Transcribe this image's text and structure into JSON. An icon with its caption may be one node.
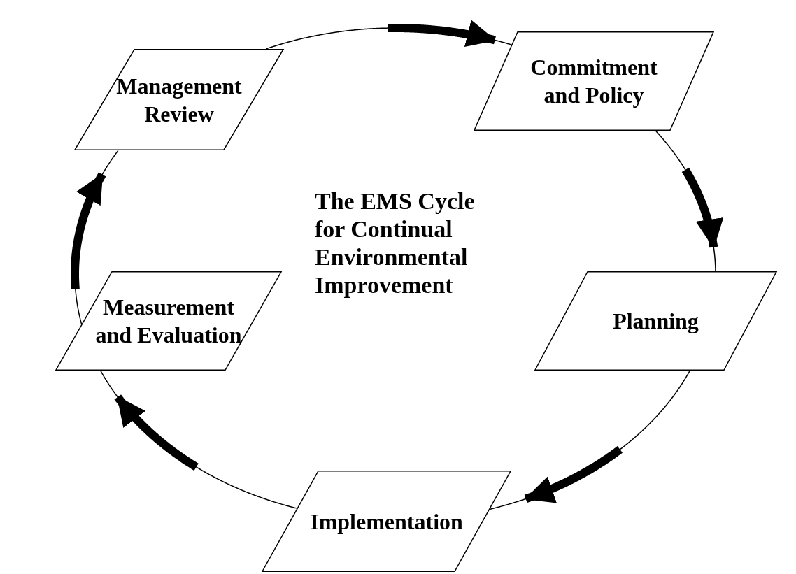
{
  "diagram": {
    "title": "The EMS Cycle for Continual Environmental Improvement",
    "nodes": [
      {
        "text": [
          "Management Review"
        ]
      },
      {
        "text": [
          "Commitment and Policy"
        ]
      },
      {
        "text": [
          "Planning"
        ]
      },
      {
        "text": [
          "Implementation"
        ]
      },
      {
        "text": [
          "Measurement and Evaluation"
        ]
      }
    ],
    "edges": [
      {
        "from": 0,
        "to": 1,
        "arrow": "to"
      },
      {
        "from": 1,
        "to": 2,
        "arrow": "to"
      },
      {
        "from": 2,
        "to": 3,
        "arrow": "to"
      },
      {
        "from": 3,
        "to": 4,
        "arrow": "to"
      },
      {
        "from": 4,
        "to": 0,
        "arrow": "to"
      }
    ]
  }
}
